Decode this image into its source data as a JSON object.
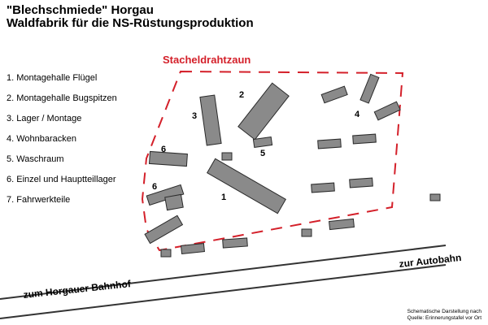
{
  "header": {
    "title_line1": "\"Blechschmiede\" Horgau",
    "title_line2": "Waldfabrik für die NS-Rüstungsproduktion"
  },
  "legend": {
    "items": [
      "1. Montagehalle Flügel",
      "2. Montagehalle Bugspitzen",
      "3. Lager / Montage",
      "4. Wohnbaracken",
      "5. Waschraum",
      "6. Einzel und Hauptteillager",
      "7. Fahrwerkteile"
    ]
  },
  "map": {
    "fence_label": "Stacheldrahtzaun",
    "fence_color": "#d4202a",
    "building_color": "#8a8a8a",
    "building_numbers": {
      "b1": "1",
      "b2": "2",
      "b3": "3",
      "b4": "4",
      "b5": "5",
      "b6a": "6",
      "b6b": "6"
    },
    "roads": {
      "bahnhof_label": "zum Horgauer Bahnhof",
      "autobahn_label": "zur Autobahn"
    }
  },
  "note": {
    "line1": "Schematische Darstellung nach",
    "line2": "Quelle: Erinnerungstafel vor Ort"
  }
}
